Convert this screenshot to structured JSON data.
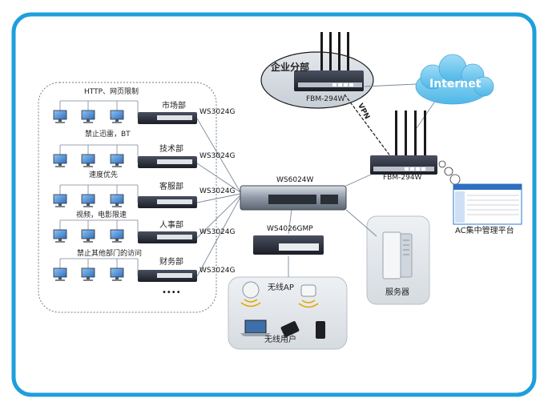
{
  "colors": {
    "frame": "#1e9fdc",
    "cloud": "#7ecff3",
    "panel": "#e2e6ea",
    "device": "#2b2f3a",
    "ports": "#f2f2f2",
    "pc_screen": "#4d8fd6"
  },
  "icons": [
    "router-icon",
    "switch-icon",
    "pc-icon",
    "cloud-icon",
    "access-point-icon",
    "laptop-icon",
    "tablet-icon",
    "phone-icon",
    "server-icon",
    "monitor-icon"
  ],
  "branch": {
    "title": "企业分部",
    "router": "FBM-294W"
  },
  "internet": {
    "label": "Internet"
  },
  "vpn": {
    "label": "VPN"
  },
  "hq_router": {
    "label": "FBM-294W"
  },
  "core_switch": {
    "label": "WS6024W"
  },
  "poe_switch": {
    "label": "WS4026GMP"
  },
  "ac_platform": {
    "label": "AC集中管理平台"
  },
  "server": {
    "label": "服务器"
  },
  "wireless": {
    "ap_label": "无线AP",
    "users_label": "无线用户"
  },
  "departments": [
    {
      "name": "市场部",
      "switch": "WS3024G",
      "policy": "HTTP、网页限制"
    },
    {
      "name": "技术部",
      "switch": "WS3024G",
      "policy": "禁止迅雷，BT"
    },
    {
      "name": "客服部",
      "switch": "WS3024G",
      "policy": "速度优先"
    },
    {
      "name": "人事部",
      "switch": "WS3024G",
      "policy": "视频，电影限速"
    },
    {
      "name": "财务部",
      "switch": "WS3024G",
      "policy": "禁止其他部门的访问"
    }
  ],
  "more": "••••"
}
